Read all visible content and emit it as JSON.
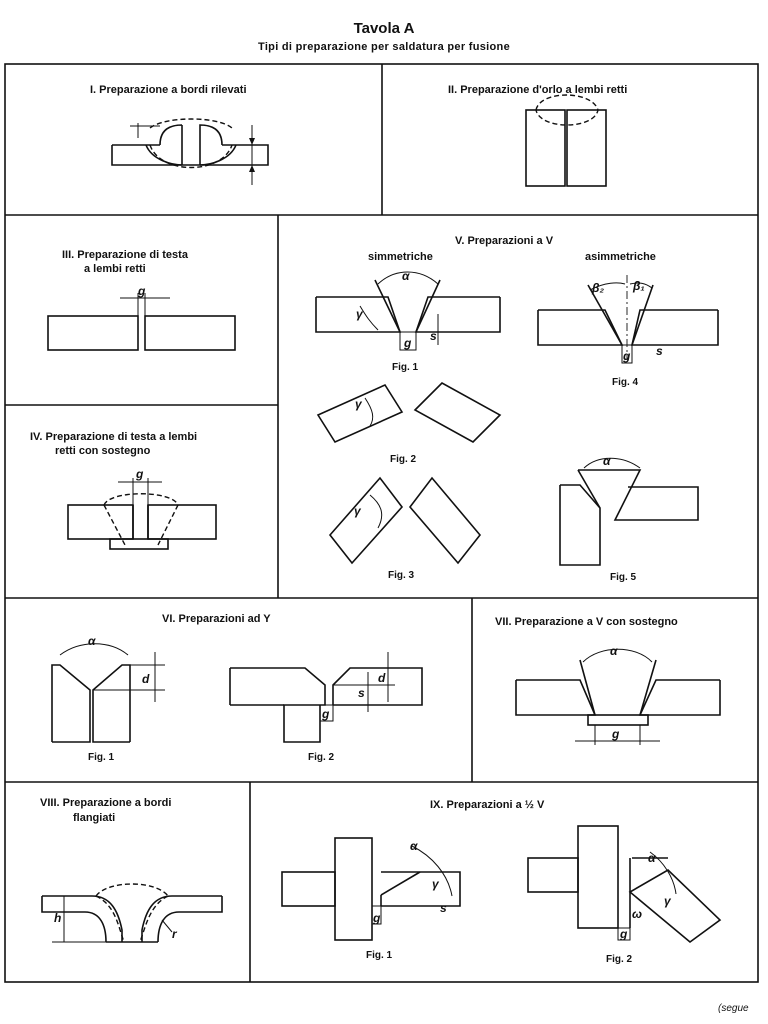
{
  "header": {
    "title": "Tavola A",
    "subtitle": "Tipi di preparazione per saldatura per fusione"
  },
  "panels": {
    "p1": {
      "title": "I. Preparazione a bordi rilevati"
    },
    "p2": {
      "title": "II. Preparazione d'orlo a lembi retti"
    },
    "p3": {
      "title_l1": "III. Preparazione di testa",
      "title_l2": "a lembi retti",
      "label_g": "g"
    },
    "p4": {
      "title_l1": "IV. Preparazione di testa a lembi",
      "title_l2": "retti con sostegno",
      "label_g": "g"
    },
    "p5": {
      "title": "V. Preparazioni a V",
      "sub_sym": "simmetriche",
      "sub_asym": "asimmetriche",
      "fig1": "Fig. 1",
      "fig2": "Fig. 2",
      "fig3": "Fig. 3",
      "fig4": "Fig. 4",
      "fig5": "Fig. 5",
      "alpha": "α",
      "gamma": "γ",
      "beta2": "β₂",
      "beta1": "β₁",
      "g": "g",
      "s": "s"
    },
    "p6": {
      "title": "VI. Preparazioni ad Y",
      "fig1": "Fig. 1",
      "fig2": "Fig. 2",
      "alpha": "α",
      "d": "d",
      "s": "s",
      "g": "g"
    },
    "p7": {
      "title": "VII. Preparazione a V con sostegno",
      "alpha": "α",
      "g": "g"
    },
    "p8": {
      "title_l1": "VIII. Preparazione a bordi",
      "title_l2": "flangiati",
      "h": "h",
      "r": "r"
    },
    "p9": {
      "title": "IX. Preparazioni a ½ V",
      "fig1": "Fig. 1",
      "fig2": "Fig. 2",
      "alpha": "α",
      "gamma": "γ",
      "omega": "ω",
      "g": "g",
      "s": "s"
    }
  },
  "footer": {
    "text": "(segue"
  }
}
